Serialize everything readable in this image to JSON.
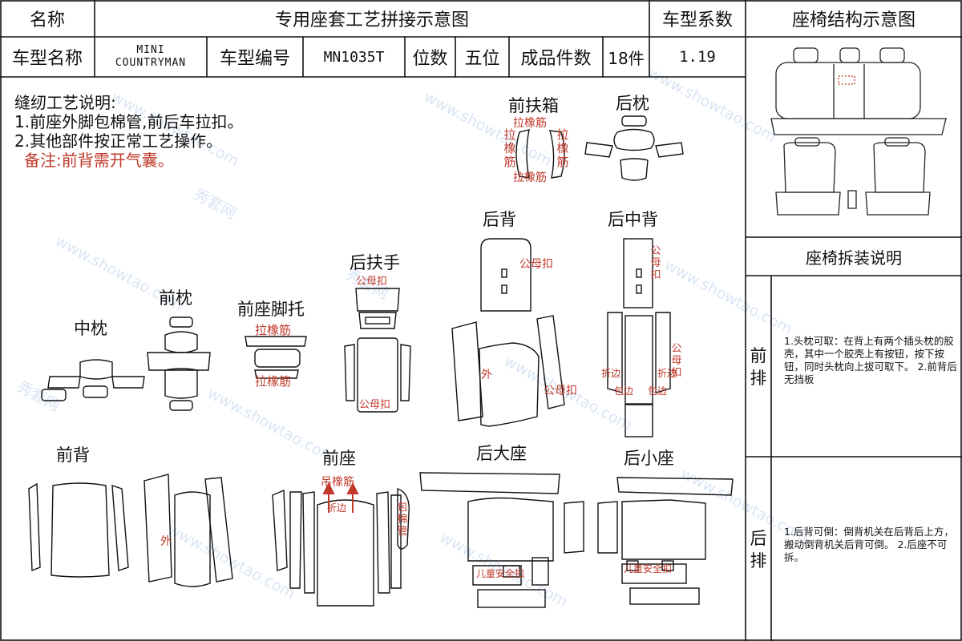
{
  "header": {
    "name_label": "名称",
    "title": "专用座套工艺拼接示意图",
    "coef_label": "车型系数",
    "structure_title": "座椅结构示意图",
    "model_name_label": "车型名称",
    "model_name_line1": "MINI",
    "model_name_line2": "COUNTRYMAN",
    "model_code_label": "车型编号",
    "model_code": "MN1035T",
    "seat_label": "位数",
    "seat_value": "五位",
    "pieces_label": "成品件数",
    "pieces_value": "18件",
    "coef_value": "1.19"
  },
  "notes": {
    "title": "缝纫工艺说明:",
    "line1": "1.前座外脚包棉管,前后车拉扣。",
    "line2": "2.其他部件按正常工艺操作。",
    "remark": "备注:前背需开气囊。"
  },
  "parts": {
    "front_armrest": "前扶箱",
    "rear_pillow": "后枕",
    "rear_back": "后背",
    "rear_mid_back": "后中背",
    "rear_armrest": "后扶手",
    "front_foot_rest": "前座脚托",
    "front_pillow": "前枕",
    "mid_pillow": "中枕",
    "front_back": "前背",
    "front_seat": "前座",
    "rear_big_seat": "后大座",
    "rear_small_seat": "后小座"
  },
  "annotations": {
    "elastic": "拉橡筋",
    "elastic_v": "拉橡筋",
    "snap": "公母扣",
    "snap_v": "公母扣",
    "outer": "外",
    "fold_edge": "折边",
    "edge_binding": "包边",
    "hang_elastic": "吊橡筋",
    "cotton_pipe_v": "包棉管",
    "child_safety": "儿童安全扣"
  },
  "side": {
    "disassembly_title": "座椅拆装说明",
    "front_row": "前排",
    "front_text": "1.头枕可取：在背上有两个插头枕的胶壳，其中一个胶壳上有按钮，按下按钮，同时头枕向上拔可取下。 2.前背后无挡板",
    "rear_row": "后排",
    "rear_text": "1.后背可倒：倒背机关在后背后上方，搬动倒背机关后背可倒。 2.后座不可拆。"
  },
  "watermark": {
    "site": "www.showtao.com",
    "brand": "秀套网"
  },
  "colors": {
    "annotation": "#c0392b",
    "line": "#111111"
  }
}
